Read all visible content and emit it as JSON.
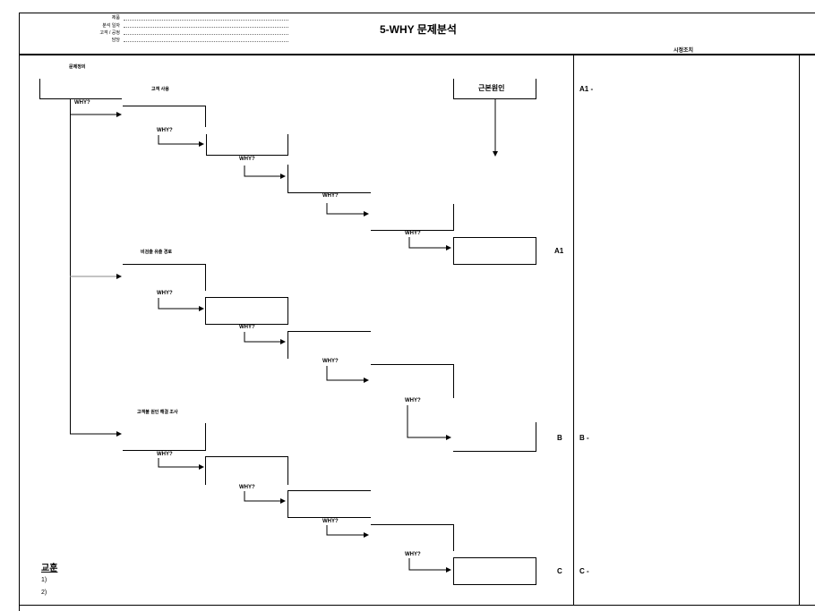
{
  "header": {
    "title": "5-WHY 문제분석",
    "info_labels": [
      "제품",
      "분석 일자",
      "고객 / 공정",
      "담당"
    ],
    "action_column_label": "시정조치"
  },
  "diagram": {
    "problem_label": "문제정의",
    "root_cause_label": "근본원인",
    "why_label": "WHY?",
    "branch_a_title": "고객 사용",
    "branch_b_title": "비검출 유출 경로",
    "branch_c_title": "고객불 원인 해결 조사",
    "markers": {
      "a": "A1",
      "b": "B",
      "c": "C"
    }
  },
  "actions": {
    "a": "A1 -",
    "b": "B -",
    "c": "C -"
  },
  "lessons": {
    "title": "교훈",
    "items": [
      "1)",
      "2)"
    ]
  }
}
